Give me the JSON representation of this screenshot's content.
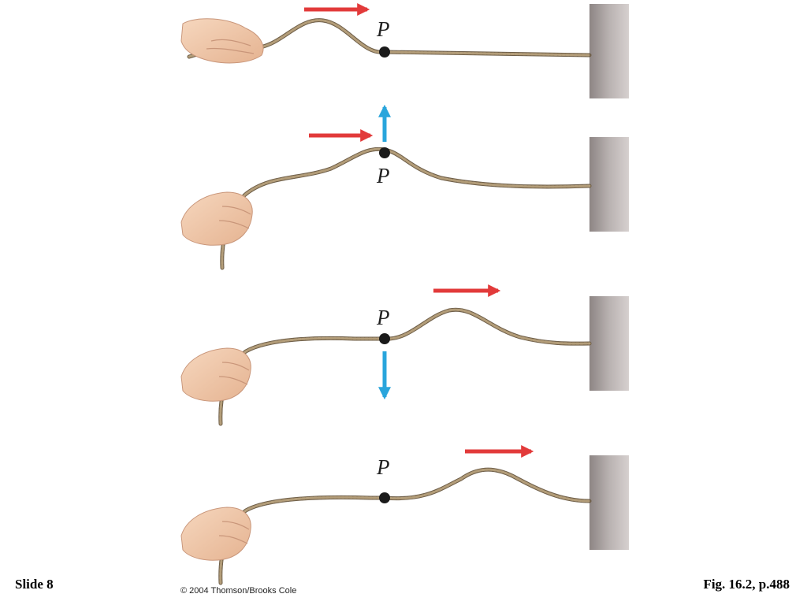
{
  "figure": {
    "point_label": "P",
    "panels": [
      {
        "id": "panel-1",
        "velocity_arrows": [
          "pulse-right"
        ],
        "motion_arrow": null
      },
      {
        "id": "panel-2",
        "velocity_arrows": [
          "pulse-right"
        ],
        "motion_arrow": "up"
      },
      {
        "id": "panel-3",
        "velocity_arrows": [
          "pulse-right"
        ],
        "motion_arrow": "down"
      },
      {
        "id": "panel-4",
        "velocity_arrows": [
          "pulse-right"
        ],
        "motion_arrow": null
      }
    ]
  },
  "footer": {
    "slide_label": "Slide 8",
    "copyright": "© 2004 Thomson/Brooks Cole",
    "figure_ref": "Fig. 16.2, p.488"
  },
  "colors": {
    "pulse_arrow": "#e23a3a",
    "motion_arrow": "#29a5dc",
    "rope": "#a08a68",
    "rope_dark": "#6f5f49",
    "point": "#1a1a1a",
    "wall": "#a9a2a1",
    "skin": "#f1c6a4"
  }
}
